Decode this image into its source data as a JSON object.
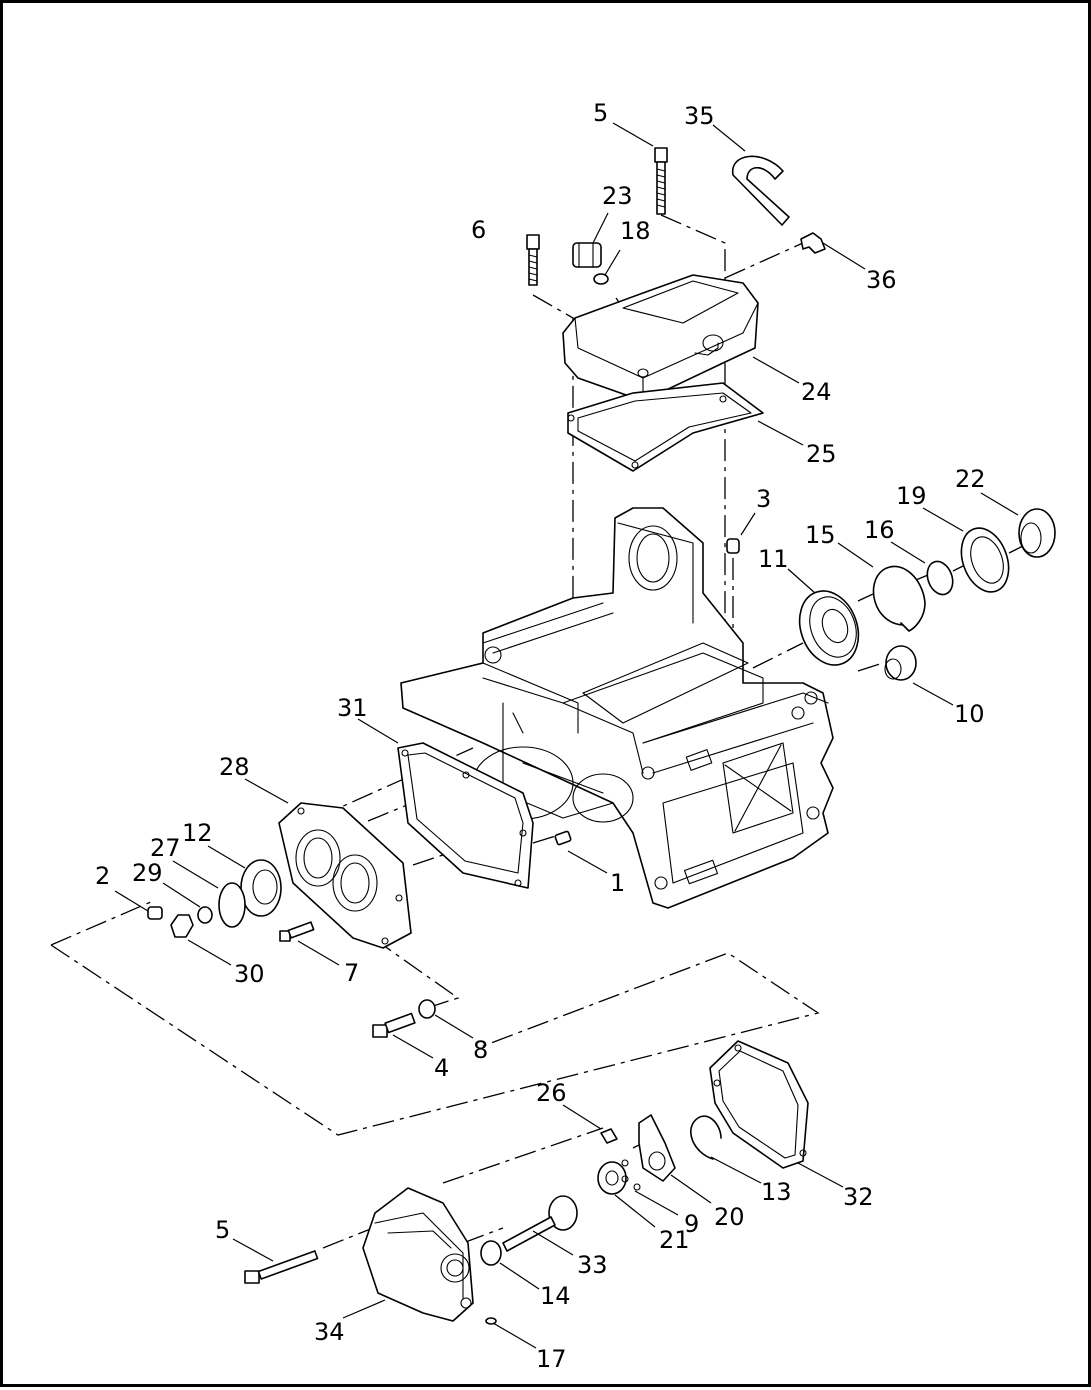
{
  "diagram": {
    "callouts": [
      {
        "id": "c5a",
        "text": "5"
      },
      {
        "id": "c35",
        "text": "35"
      },
      {
        "id": "c23",
        "text": "23"
      },
      {
        "id": "c6",
        "text": "6"
      },
      {
        "id": "c18",
        "text": "18"
      },
      {
        "id": "c36",
        "text": "36"
      },
      {
        "id": "c24",
        "text": "24"
      },
      {
        "id": "c25",
        "text": "25"
      },
      {
        "id": "c3",
        "text": "3"
      },
      {
        "id": "c22",
        "text": "22"
      },
      {
        "id": "c19",
        "text": "19"
      },
      {
        "id": "c16",
        "text": "16"
      },
      {
        "id": "c15",
        "text": "15"
      },
      {
        "id": "c11",
        "text": "11"
      },
      {
        "id": "c10",
        "text": "10"
      },
      {
        "id": "c31",
        "text": "31"
      },
      {
        "id": "c28",
        "text": "28"
      },
      {
        "id": "c12",
        "text": "12"
      },
      {
        "id": "c27",
        "text": "27"
      },
      {
        "id": "c29",
        "text": "29"
      },
      {
        "id": "c2",
        "text": "2"
      },
      {
        "id": "c1",
        "text": "1"
      },
      {
        "id": "c30",
        "text": "30"
      },
      {
        "id": "c7",
        "text": "7"
      },
      {
        "id": "c8",
        "text": "8"
      },
      {
        "id": "c4",
        "text": "4"
      },
      {
        "id": "c26",
        "text": "26"
      },
      {
        "id": "c13",
        "text": "13"
      },
      {
        "id": "c32",
        "text": "32"
      },
      {
        "id": "c20",
        "text": "20"
      },
      {
        "id": "c9",
        "text": "9"
      },
      {
        "id": "c21",
        "text": "21"
      },
      {
        "id": "c5b",
        "text": "5"
      },
      {
        "id": "c33",
        "text": "33"
      },
      {
        "id": "c14",
        "text": "14"
      },
      {
        "id": "c34",
        "text": "34"
      },
      {
        "id": "c17",
        "text": "17"
      }
    ]
  }
}
